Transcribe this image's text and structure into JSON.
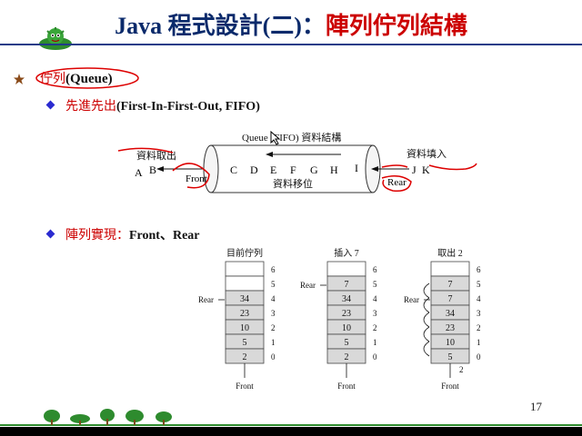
{
  "title": {
    "part1": "Java 程式設計(二)：",
    "part2": "陣列佇列結構"
  },
  "heading": {
    "cjk": "佇列",
    "latin": "(Queue)"
  },
  "sub1": {
    "cjk": "先進先出",
    "latin": "(First-In-First-Out, FIFO)"
  },
  "sub2": {
    "cjk": "陣列實現：",
    "latin": "Front、Rear"
  },
  "queue_diagram": {
    "title": "Queue (FIFO) 資料結構",
    "out_label": "資料取出",
    "in_label": "資料填入",
    "move_label": "資料移位",
    "front": "Front",
    "rear": "Rear",
    "letters_out": [
      "A",
      "B"
    ],
    "letters_in": [
      "C",
      "D",
      "E",
      "F",
      "G",
      "H",
      "I"
    ],
    "letters_right": [
      "J",
      "K"
    ]
  },
  "arrays": [
    {
      "title": "目前佇列",
      "cells": [
        "",
        "",
        "34",
        "23",
        "10",
        "5",
        "2"
      ],
      "rear_label": "Rear",
      "front_label": "Front",
      "extra": ""
    },
    {
      "title": "插入 7",
      "cells": [
        "",
        "7",
        "34",
        "23",
        "10",
        "5",
        "2"
      ],
      "rear_label": "Rear",
      "front_label": "Front",
      "extra": ""
    },
    {
      "title": "取出 2",
      "cells": [
        "",
        "7",
        "7",
        "34",
        "23",
        "10",
        "5"
      ],
      "rear_label": "Rear",
      "front_label": "Front",
      "extra": "2"
    }
  ],
  "indices": [
    "6",
    "5",
    "4",
    "3",
    "2",
    "1",
    "0"
  ],
  "page_number": "17"
}
